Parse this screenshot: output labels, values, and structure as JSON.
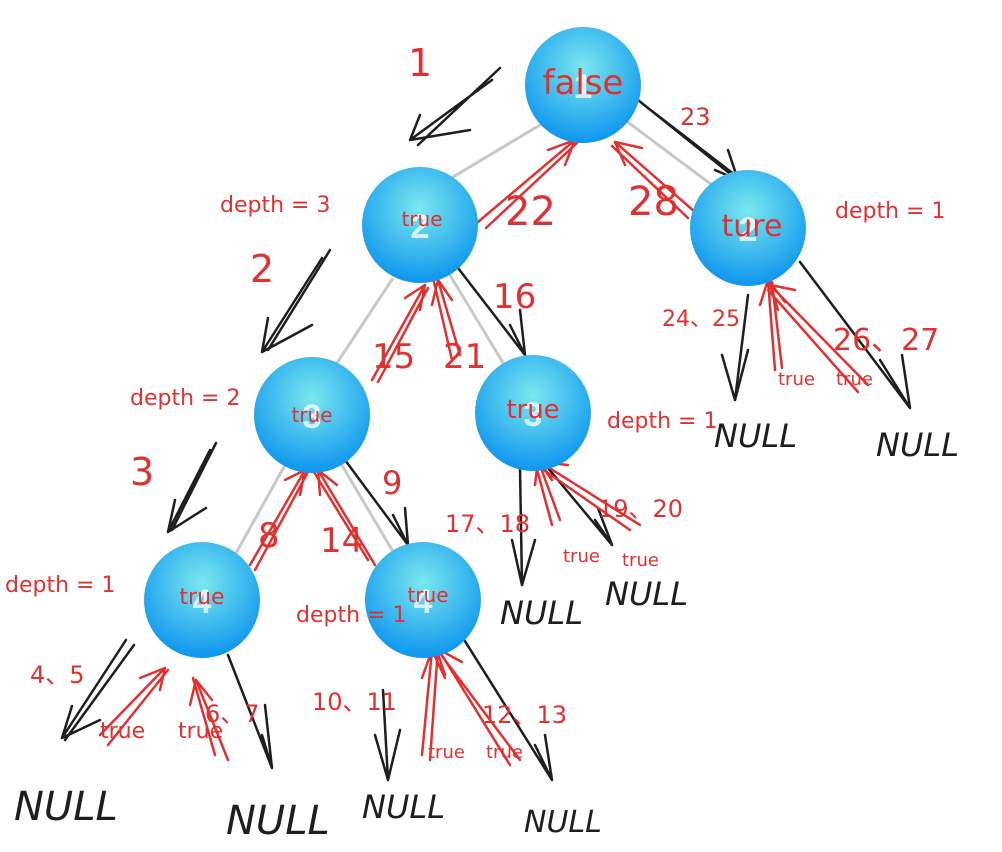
{
  "colors": {
    "edge": "#c8c8c8",
    "node_top": "#7be8ef",
    "node_bottom": "#0e96ee",
    "annotation": "#e03131",
    "ink": "#1e1e1e"
  },
  "null_label": "NULL",
  "nodes": {
    "root": {
      "number": "1",
      "value": "false",
      "depth": ""
    },
    "n2": {
      "number": "2",
      "value": "true",
      "depth": "depth = 3"
    },
    "n2r": {
      "number": "2",
      "value": "ture",
      "depth": "depth = 1"
    },
    "n3": {
      "number": "3",
      "value": "true",
      "depth": "depth = 2"
    },
    "n3r": {
      "number": "3",
      "value": "true",
      "depth": "depth = 1"
    },
    "n4": {
      "number": "4",
      "value": "true",
      "depth": "depth = 1"
    },
    "n4r": {
      "number": "4",
      "value": "true",
      "depth": "depth = 1"
    }
  },
  "steps": {
    "s1": "1",
    "s2": "2",
    "s3": "3",
    "s4_5": "4、5",
    "s6_7": "6、7",
    "s8": "8",
    "s9": "9",
    "s10_11": "10、11",
    "s12_13": "12、13",
    "s14": "14",
    "s15": "15",
    "s16": "16",
    "s17_18": "17、18",
    "s19_20": "19、20",
    "s21": "21",
    "s22": "22",
    "s23": "23",
    "s24_25": "24、25",
    "s26_27": "26、27",
    "s28": "28"
  },
  "returns": {
    "r4a": "true",
    "r4b": "true",
    "r4ra": "true",
    "r4rb": "true",
    "r3ra": "true",
    "r3rb": "true",
    "r2ra": "true",
    "r2rb": "true"
  }
}
